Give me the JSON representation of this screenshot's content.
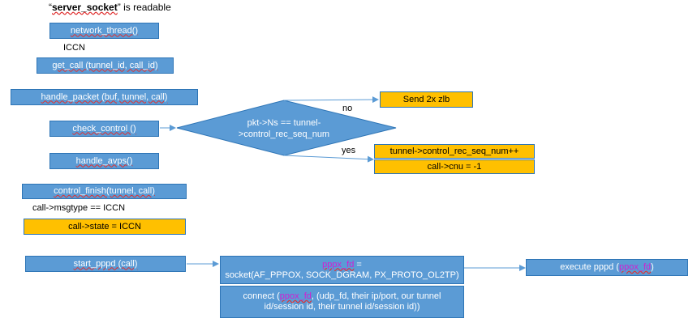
{
  "header": {
    "quote_open": "“",
    "var": "server_socket",
    "quote_close": "”",
    "rest": " is readable"
  },
  "nodes": {
    "network_thread": "network_thread()",
    "get_call": "get_call (tunnel_id, call_id)",
    "handle_packet": "handle_packet (buf, tunnel, call)",
    "check_control": "check_control ()",
    "handle_avps": "handle_avps()",
    "control_finish": "control_finish(tunnel, call)",
    "call_state": "call->state = ICCN",
    "start_pppd": "start_pppd (call)",
    "decision_line1": "pkt->Ns == tunnel-",
    "decision_line2": ">control_rec_seq_num",
    "send_zlb": "Send 2x zlb",
    "seq_inc": "tunnel->control_rec_seq_num++",
    "cnu": "call->cnu = -1",
    "socket_var": "pppx_fd",
    "socket_eq": " =",
    "socket_call": "socket(AF_PPPOX, SOCK_DGRAM, PX_PROTO_OL2TP)",
    "connect_pre": "connect (",
    "connect_var": "ppox_fd",
    "connect_post": ", (udp_fd, their ip/port, our tunnel id/session id, their tunnel id/session id))",
    "execute_pre": "execute pppd (",
    "execute_var": "ppox_fd",
    "execute_post": ")"
  },
  "labels": {
    "iccn": "ICCN",
    "msgtype": "call->msgtype == ICCN",
    "no": "no",
    "yes": "yes"
  },
  "colors": {
    "blue_fill": "#5b9bd5",
    "blue_border": "#2e75b6",
    "yellow_fill": "#ffc000",
    "highlight_var": "#d020d0"
  }
}
